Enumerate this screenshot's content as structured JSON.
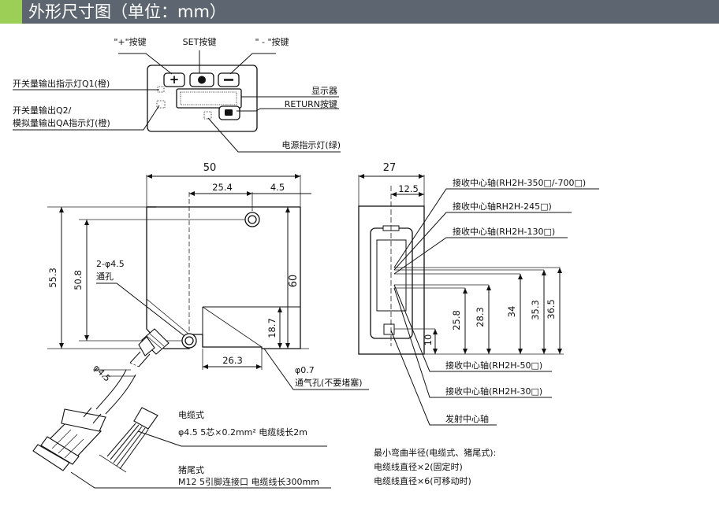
{
  "header": {
    "title": "外形尺寸图（单位：mm）",
    "accent_color": "#9ccf55",
    "bar_color": "#5d6670"
  },
  "panel": {
    "plus_key": "\"+\"按键",
    "set_key": "SET按键",
    "minus_key": "\" - \"按键",
    "q1_indicator": "开关量输出指示灯Q1(橙)",
    "q2_indicator_line1": "开关量输出Q2/",
    "q2_indicator_line2": "模拟量输出QA指示灯(橙)",
    "display": "显示器",
    "return_key": "RETURN按键",
    "power_indicator": "电源指示灯(绿)"
  },
  "front_view": {
    "width": "50",
    "dim_25_4": "25.4",
    "dim_4_5": "4.5",
    "height_60": "60",
    "height_55_3": "55.3",
    "height_50_8": "50.8",
    "height_18_7": "18.7",
    "width_26_3": "26.3",
    "hole_label_line1": "2-φ4.5",
    "hole_label_line2": "通孔",
    "vent_label_line1": "φ0.7",
    "vent_label_line2": "通气孔(不要堵塞)",
    "cable_dia": "φ4.5"
  },
  "side_view": {
    "width": "27",
    "dim_12_5": "12.5",
    "heights": [
      "10",
      "25.8",
      "28.3",
      "34",
      "35.3",
      "36.5"
    ],
    "axis_350": "接收中心轴(RH2H-350□/-700□)",
    "axis_245": "接收中心轴RH2H-245□)",
    "axis_130": "接收中心轴(RH2H-130□)",
    "axis_50": "接收中心轴(RH2H-50□)",
    "axis_30": "接收中心轴(RH2H-30□)",
    "emit_axis": "发射中心轴"
  },
  "cable": {
    "cable_type": "电缆式",
    "cable_spec": "φ4.5 5芯×0.2mm² 电缆线长2m",
    "pigtail_type": "猪尾式",
    "pigtail_spec": "M12 5引脚连接口 电缆线长300mm"
  },
  "bend_radius": {
    "title": "最小弯曲半径(电缆式、猪尾式):",
    "fixed": "电缆线直径×2(固定时)",
    "moving": "电缆线直径×6(可移动时)"
  }
}
